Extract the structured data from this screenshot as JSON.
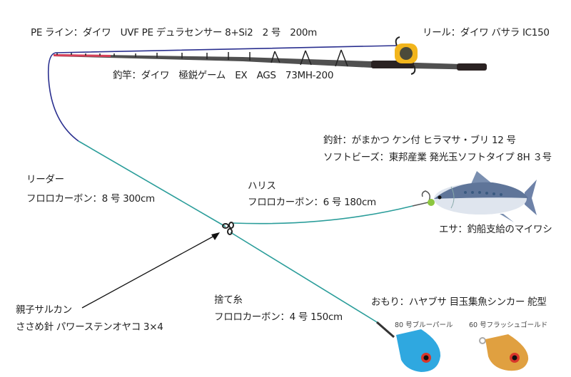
{
  "labels": {
    "pe_line": "PE ライン：ダイワ　UVF PE デュラセンサー 8+Si2　2 号　200m",
    "reel": "リール：ダイワ バサラ IC150",
    "rod": "釣竿：ダイワ　極鋭ゲーム　EX　AGS　73MH-200",
    "hook": "釣針：がまかつ ケン付 ヒラマサ・ブリ 12 号",
    "beads": "ソフトビーズ：東邦産業 発光玉ソフトタイプ 8H ３号",
    "leader_title": "リーダー",
    "leader_spec": "フロロカーボン：8 号 300cm",
    "harris_title": "ハリス",
    "harris_spec": "フロロカーボン：6 号 180cm",
    "bait": "エサ：釣船支給のマイワシ",
    "swivel_title": "親子サルカン",
    "swivel_spec": "ささめ針 パワーステンオヤコ 3×4",
    "sute_title": "捨て糸",
    "sute_spec": "フロロカーボン：4 号 150cm",
    "sinker": "おもり：ハヤブサ 目玉集魚シンカー 舵型",
    "sinker_blue": "80 号ブルーパール",
    "sinker_gold": "60 号フラッシュゴールド"
  },
  "colors": {
    "pe_line": "#2a2f8f",
    "fluoro": "#2a9d9a",
    "reel": "#f2b51c",
    "rod": "#4a4a4a",
    "sinker_blue": "#2fa8e0",
    "sinker_gold": "#e0a040"
  }
}
